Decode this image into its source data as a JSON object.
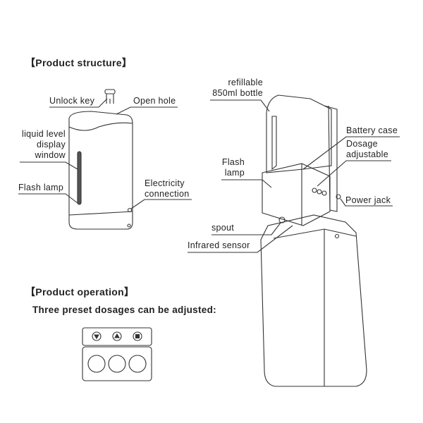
{
  "structure": {
    "heading": "【Product structure】",
    "left_labels": {
      "unlock_key": "Unlock key",
      "open_hole": "Open hole",
      "liquid_level": [
        "liquid level",
        "display",
        "window"
      ],
      "flash_lamp": "Flash lamp",
      "electricity": [
        "Electricity",
        "connection"
      ]
    },
    "right_labels": {
      "bottle": [
        "refillable",
        "850ml bottle"
      ],
      "battery_case": "Battery case",
      "dosage": [
        "Dosage",
        "adjustable"
      ],
      "flash_lamp": [
        "Flash",
        "lamp"
      ],
      "power_jack": "Power jack",
      "spout": "spout",
      "infrared": "Infrared sensor"
    }
  },
  "operation": {
    "heading": "【Product operation】",
    "subtitle": "Three preset dosages can be adjusted:",
    "panel_icons": [
      "triangle-down-icon",
      "triangle-up-icon",
      "square-stop-icon"
    ]
  }
}
